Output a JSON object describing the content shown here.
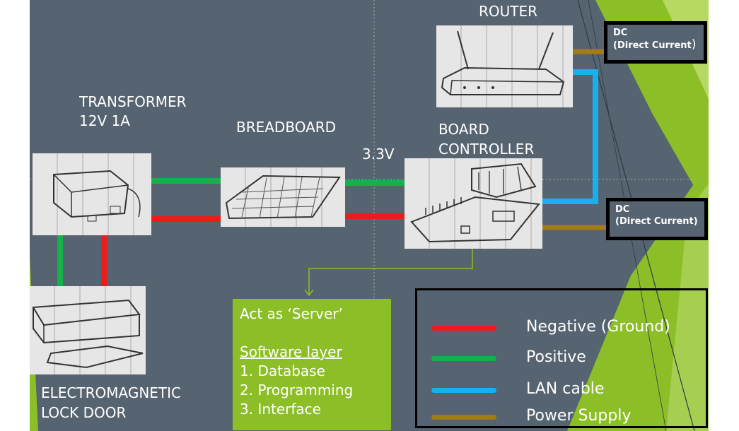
{
  "labels": {
    "router": "ROUTER",
    "transformer_line1": "TRANSFORMER",
    "transformer_line2": "12V 1A",
    "breadboard": "BREADBOARD",
    "voltage": "3.3V",
    "board_line1": "BOARD",
    "board_line2": "CONTROLLER",
    "lock_line1": "ELECTROMAGNETIC",
    "lock_line2": "LOCK DOOR"
  },
  "dc_boxes": [
    {
      "line1": "DC",
      "line2": "(Direct Current",
      "close": ")"
    },
    {
      "line1": "DC",
      "line2": "(Direct Current)",
      "close": ""
    }
  ],
  "server_box": {
    "title": "Act as ‘Server’",
    "heading": "Software layer",
    "items": [
      "1. Database",
      "2. Programming",
      "3. Interface"
    ]
  },
  "legend": [
    {
      "label": "Negative (Ground)",
      "color": "#ef1b1b"
    },
    {
      "label": "Positive",
      "color": "#16b14a"
    },
    {
      "label": "LAN cable",
      "color": "#1ab0ef"
    },
    {
      "label": "Power Supply",
      "color": "#a27c16"
    }
  ],
  "colors": {
    "background": "#566370",
    "accent_green": "#8cbe28",
    "negative": "#ef1b1b",
    "positive": "#16b14a",
    "lan": "#1ab0ef",
    "power": "#a27c16"
  }
}
